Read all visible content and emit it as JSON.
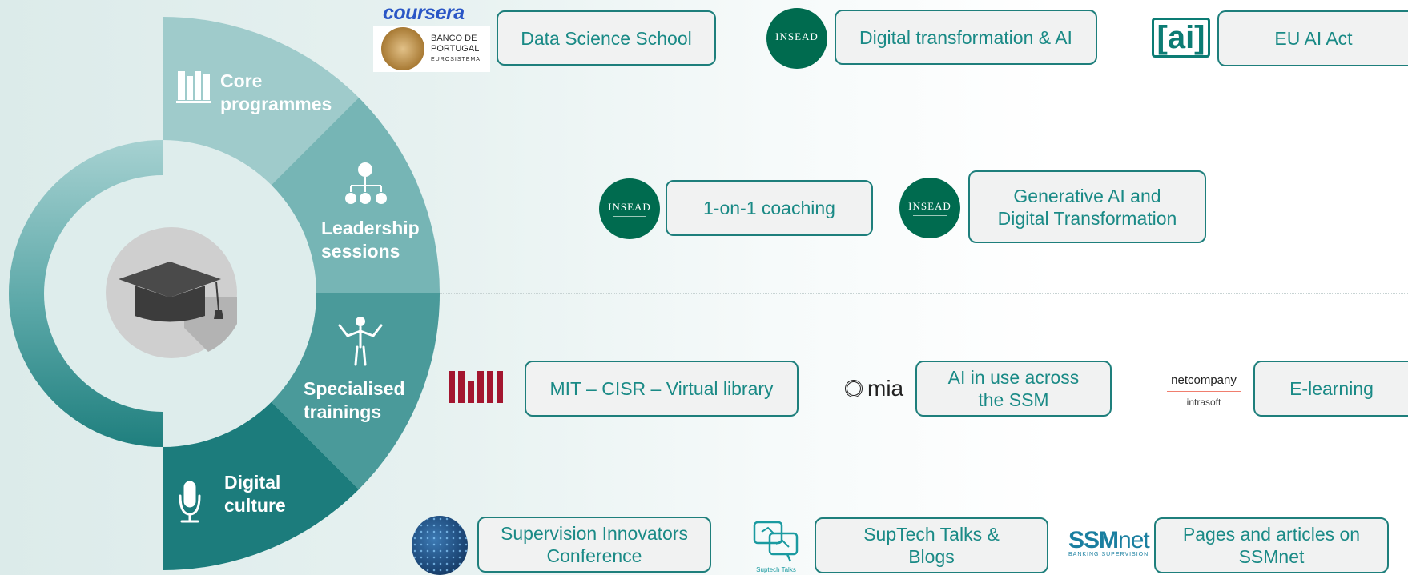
{
  "wheel": {
    "segments": [
      {
        "label_line1": "Core",
        "label_line2": "programmes",
        "icon": "books-icon",
        "color": "#9fcbcb"
      },
      {
        "label_line1": "Leadership",
        "label_line2": "sessions",
        "icon": "org-chart-icon",
        "color": "#76b5b5"
      },
      {
        "label_line1": "Specialised",
        "label_line2": "trainings",
        "icon": "mannequin-icon",
        "color": "#4a9a9a"
      },
      {
        "label_line1": "Digital",
        "label_line2": "culture",
        "icon": "microphone-icon",
        "color": "#1c7c7c"
      }
    ],
    "center_icon": "graduation-cap-icon"
  },
  "rows": {
    "core": {
      "logos": {
        "coursera": "coursera",
        "banco_line1": "BANCO DE",
        "banco_line2": "PORTUGAL",
        "banco_line3": "EUROSISTEMA",
        "insead": "INSEAD",
        "aai": "[ai]"
      },
      "boxes": [
        "Data Science School",
        "Digital transformation & AI",
        "EU AI Act"
      ]
    },
    "leadership": {
      "logos": {
        "insead_1": "INSEAD",
        "insead_2": "INSEAD"
      },
      "boxes": [
        "1-on-1 coaching",
        "Generative AI and\nDigital Transformation"
      ]
    },
    "specialised": {
      "logos": {
        "mia": "mia",
        "netcompany": "netcompany",
        "intrasoft": "intrasoft"
      },
      "boxes": [
        "MIT – CISR – Virtual library",
        "AI in use across\nthe SSM",
        "E-learning"
      ]
    },
    "digital": {
      "logos": {
        "suptech": "Suptech Talks",
        "ssm": "SSM",
        "net": "net",
        "ssm_sub": "BANKING SUPERVISION"
      },
      "boxes": [
        "Supervision Innovators\nConference",
        "SupTech Talks &\nBlogs",
        "Pages and articles on\nSSMnet"
      ]
    }
  },
  "colors": {
    "accent": "#1e7f7c",
    "box_text": "#1a8a86",
    "box_fill": "#f1f2f2",
    "insead_green": "#006b4f"
  }
}
